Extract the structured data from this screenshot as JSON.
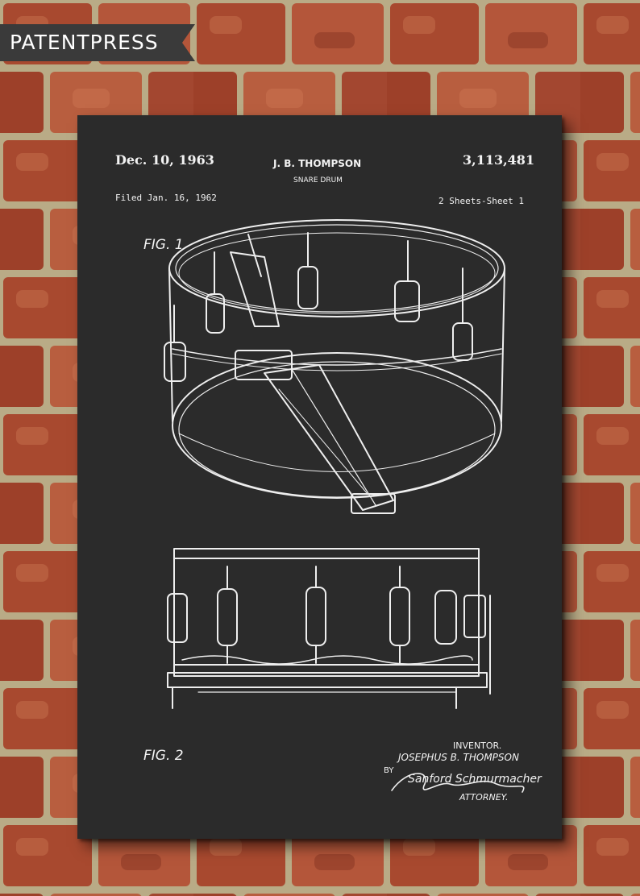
{
  "brand": {
    "name": "PATENTPRESS"
  },
  "patent": {
    "date": "Dec. 10, 1963",
    "inventor_header": "J. B. THOMPSON",
    "number": "3,113,481",
    "title": "SNARE DRUM",
    "filed": "Filed Jan. 16, 1962",
    "sheets": "2 Sheets-Sheet 1"
  },
  "figures": {
    "fig1_label": "FIG. 1",
    "fig2_label": "FIG. 2"
  },
  "signature": {
    "inventor_caption": "INVENTOR.",
    "inventor_name": "JOSEPHUS B. THOMPSON",
    "by": "BY",
    "attorney_signature": "Sanford Schmurmacher",
    "attorney_caption": "ATTORNEY."
  },
  "colors": {
    "chalkboard": "#2b2b2b",
    "chalk": "#f0f0f0",
    "banner": "#3a3a3a"
  }
}
